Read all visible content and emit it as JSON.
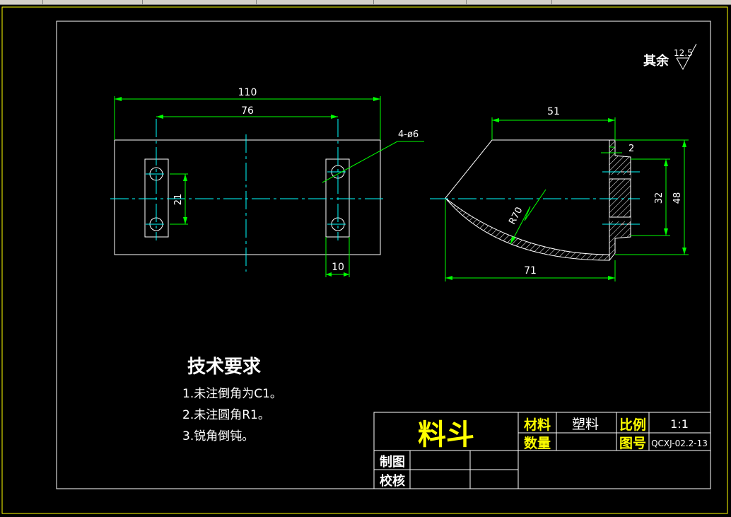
{
  "colors": {
    "background": "#000000",
    "outline": "#ffffff",
    "dimension": "#00ff00",
    "centerline": "#00ffff",
    "title_block": "#ffff00",
    "cad_text": "#ffffff"
  },
  "roughness": {
    "label": "其余",
    "value": "12.5"
  },
  "front_view": {
    "dim_width_overall": "110",
    "dim_hole_spacing": "76",
    "dim_hole_callout": "4-ø6",
    "dim_vertical_spacing": "21",
    "dim_tab_width": "10"
  },
  "side_view": {
    "dim_top": "51",
    "dim_flange": "2",
    "dim_height_inner": "32",
    "dim_height_outer": "48",
    "dim_radius": "R70",
    "dim_bottom": "71"
  },
  "tech_requirements": {
    "title": "技术要求",
    "items": [
      "1.未注倒角为C1。",
      "2.未注圆角R1。",
      "3.锐角倒钝。"
    ]
  },
  "title_block": {
    "part_name": "料斗",
    "material_label": "材料",
    "material_value": "塑料",
    "scale_label": "比例",
    "scale_value": "1:1",
    "quantity_label": "数量",
    "drawing_no_label": "图号",
    "drawing_no_value": "QCXJ-02.2-13",
    "drawn_by_label": "制图",
    "checked_by_label": "校核"
  }
}
